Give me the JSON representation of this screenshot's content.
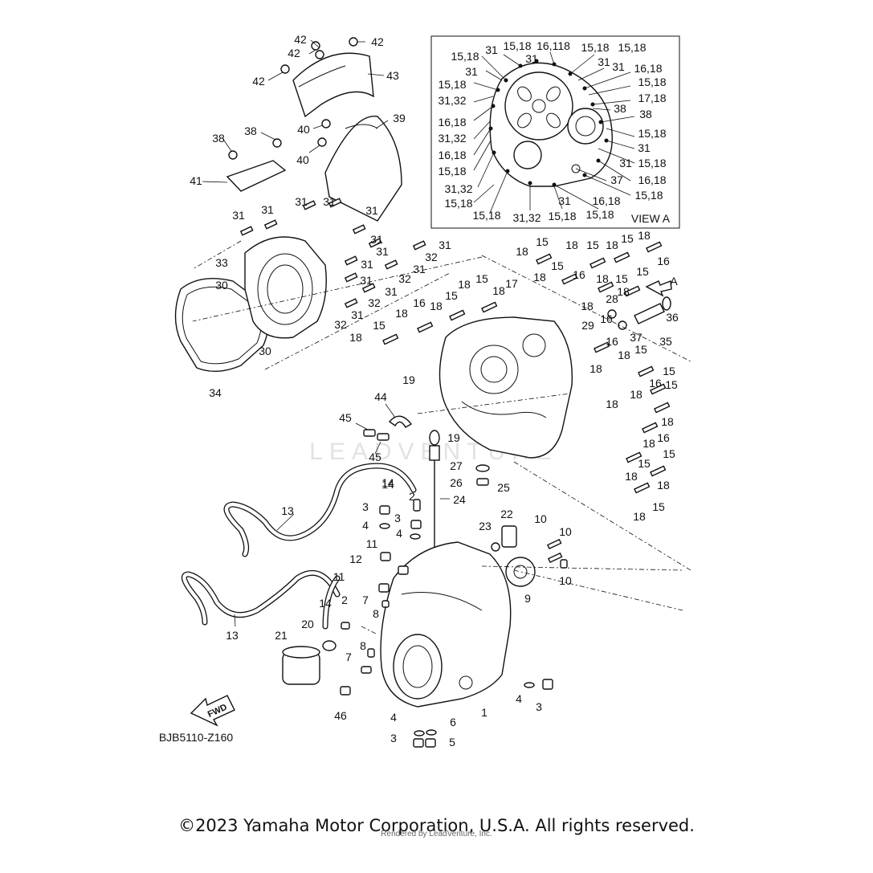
{
  "diagram_code": "BJB5110-Z160",
  "view_box_title": "VIEW A",
  "view_arrow_label": "A",
  "fwd_label": "FWD",
  "watermark": "LEADVENTURE",
  "copyright": "©2023 Yamaha Motor Corporation, U.S.A. All rights reserved.",
  "render_credit": "Rendered by LeadVenture, Inc.",
  "callouts": [
    "1",
    "2",
    "3",
    "4",
    "5",
    "6",
    "7",
    "8",
    "9",
    "10",
    "11",
    "12",
    "13",
    "14",
    "15",
    "16",
    "17",
    "18",
    "19",
    "20",
    "21",
    "22",
    "23",
    "24",
    "25",
    "26",
    "27",
    "28",
    "29",
    "30",
    "31",
    "32",
    "33",
    "34",
    "35",
    "36",
    "37",
    "38",
    "39",
    "40",
    "41",
    "42",
    "43",
    "44",
    "45",
    "46"
  ],
  "view_a_callouts": [
    "15,18",
    "16,118",
    "17,18",
    "16,18",
    "31,32",
    "31"
  ]
}
